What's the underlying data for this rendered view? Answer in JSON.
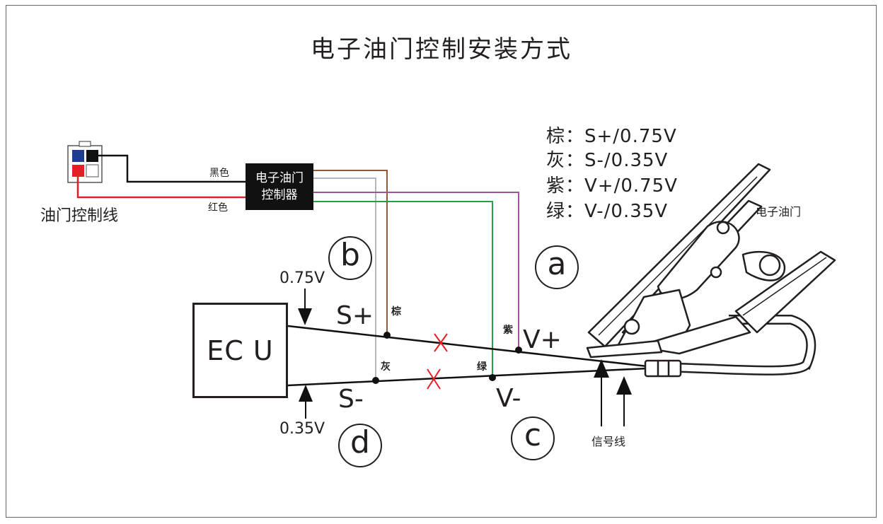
{
  "title": "电子油门控制安装方式",
  "legend": [
    "棕：S+/0.75V",
    "灰：S-/0.35V",
    "紫：V+/0.75V",
    "绿：V-/0.35V"
  ],
  "connector_label": "油门控制线",
  "wire_labels": {
    "black": "黑色",
    "red": "红色"
  },
  "controller": {
    "line1": "电子油门",
    "line2": "控制器"
  },
  "ecu_label": "EC U",
  "pedal_label": "电子油门",
  "signal_label": "信号线",
  "markers": {
    "a": "a",
    "b": "b",
    "c": "c",
    "d": "d"
  },
  "voltages": {
    "top": "0.75V",
    "bottom": "0.35V"
  },
  "signals": {
    "s_plus": "S+",
    "s_minus": "S-",
    "v_plus": "V+",
    "v_minus": "V-"
  },
  "wire_tags": {
    "brown": "棕",
    "grey": "灰",
    "purple": "紫",
    "green": "绿"
  },
  "colors": {
    "brown": "#8b5a3c",
    "grey": "#b8b8b8",
    "purple": "#a0529b",
    "green": "#1fa34a",
    "red": "#e31e24",
    "blue": "#1f3c8f",
    "black": "#111111"
  }
}
